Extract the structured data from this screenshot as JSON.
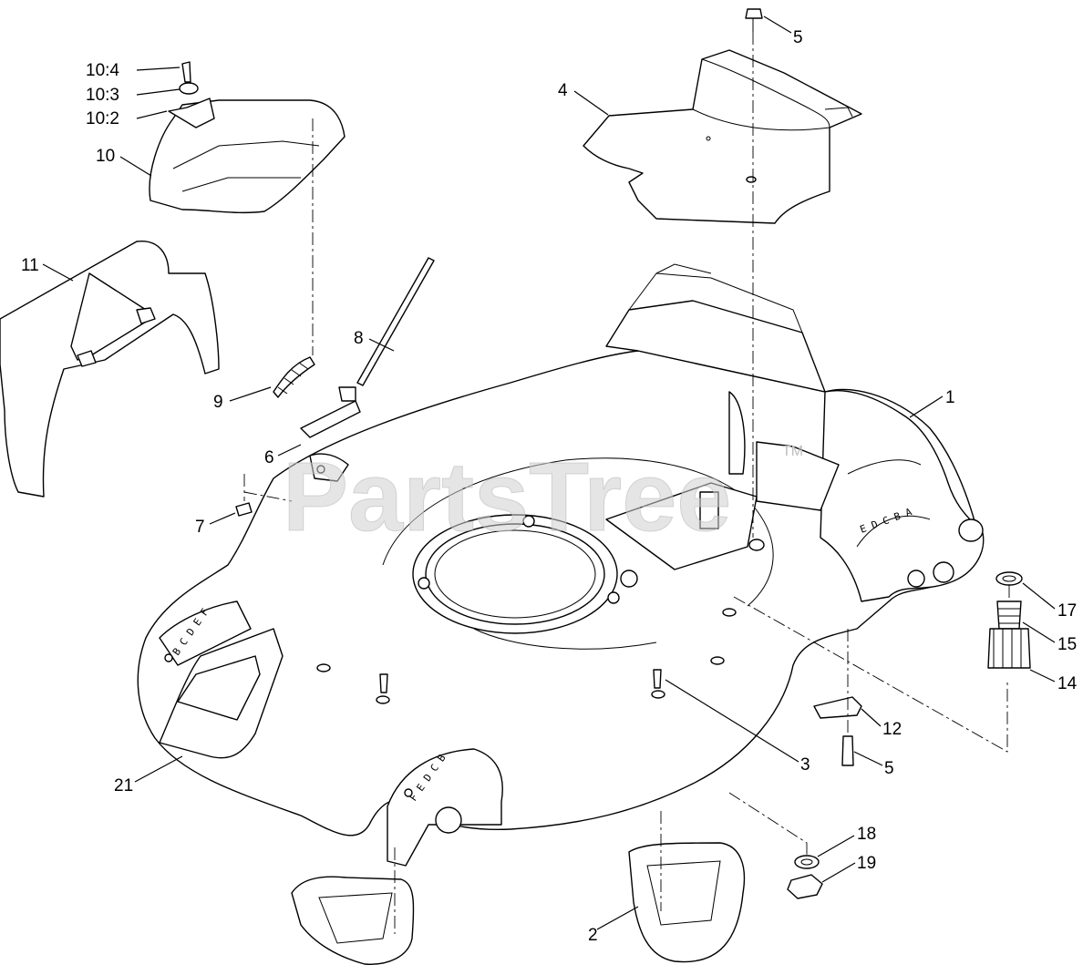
{
  "watermark": {
    "text": "PartsTree",
    "trademark": "TM"
  },
  "callouts": [
    {
      "id": "c-5-top",
      "label": "5"
    },
    {
      "id": "c-10-4",
      "label": "10:4"
    },
    {
      "id": "c-10-3",
      "label": "10:3"
    },
    {
      "id": "c-10-2",
      "label": "10:2"
    },
    {
      "id": "c-10",
      "label": "10"
    },
    {
      "id": "c-4",
      "label": "4"
    },
    {
      "id": "c-11",
      "label": "11"
    },
    {
      "id": "c-8",
      "label": "8"
    },
    {
      "id": "c-9",
      "label": "9"
    },
    {
      "id": "c-6",
      "label": "6"
    },
    {
      "id": "c-1",
      "label": "1"
    },
    {
      "id": "c-7",
      "label": "7"
    },
    {
      "id": "c-17",
      "label": "17"
    },
    {
      "id": "c-15",
      "label": "15"
    },
    {
      "id": "c-14",
      "label": "14"
    },
    {
      "id": "c-12",
      "label": "12"
    },
    {
      "id": "c-3",
      "label": "3"
    },
    {
      "id": "c-5-bottom",
      "label": "5"
    },
    {
      "id": "c-21",
      "label": "21"
    },
    {
      "id": "c-18",
      "label": "18"
    },
    {
      "id": "c-19",
      "label": "19"
    },
    {
      "id": "c-2",
      "label": "2"
    }
  ],
  "height_letters": {
    "left": "B C D E F",
    "front": "F E D C B",
    "right": "E D C B A"
  }
}
